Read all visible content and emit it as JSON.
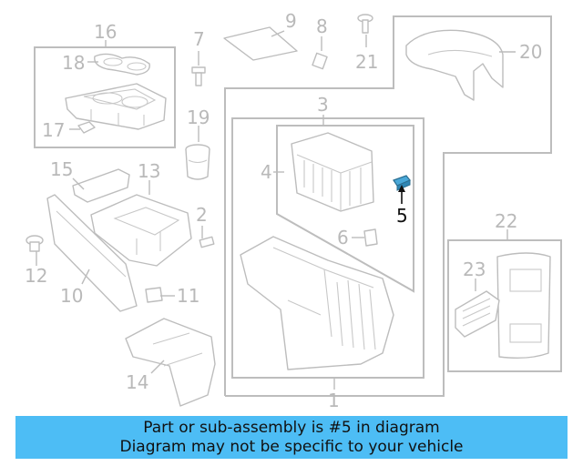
{
  "diagram": {
    "callouts": [
      "1",
      "2",
      "3",
      "4",
      "5",
      "6",
      "7",
      "8",
      "9",
      "10",
      "11",
      "12",
      "13",
      "14",
      "15",
      "16",
      "17",
      "18",
      "19",
      "20",
      "21",
      "22",
      "23"
    ],
    "highlighted_part": "5",
    "highlight_color": "#4aa8d8"
  },
  "banner": {
    "line1": "Part or sub-assembly is #5 in diagram",
    "line2": "Diagram may not be specific to your vehicle",
    "background": "#4dbdf5"
  }
}
